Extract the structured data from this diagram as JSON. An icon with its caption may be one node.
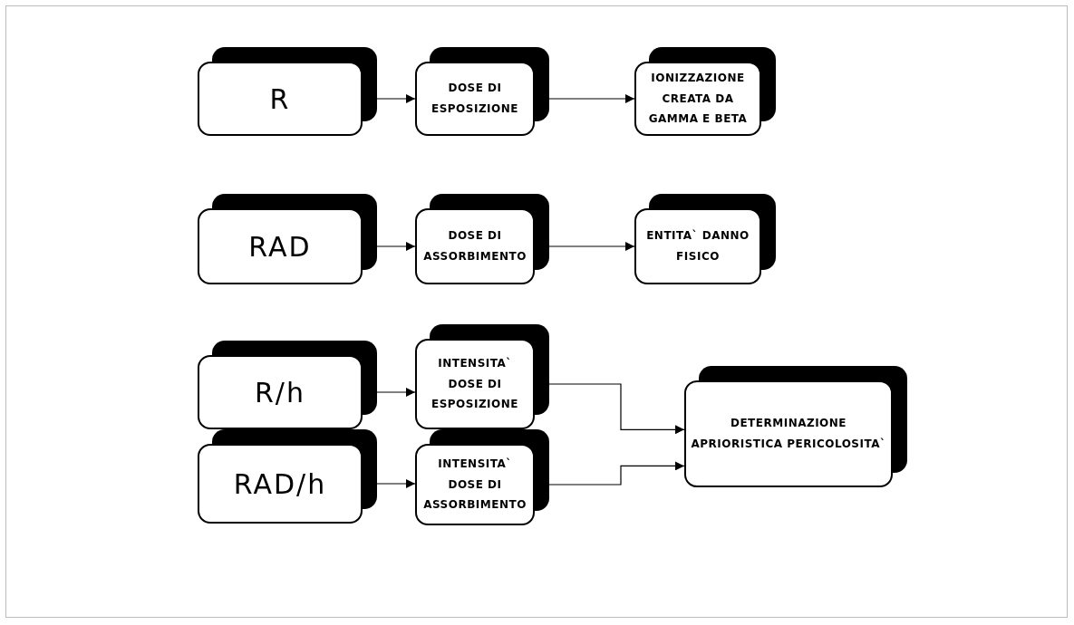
{
  "diagram": {
    "nodes": [
      {
        "text": [
          "R"
        ]
      },
      {
        "text": [
          "DOSE DI ESPOSIZIONE"
        ]
      },
      {
        "text": [
          "IONIZZAZIONE CREATA DA GAMMA E BETA"
        ]
      },
      {
        "text": [
          "RAD"
        ]
      },
      {
        "text": [
          "DOSE DI ASSORBIMENTO"
        ]
      },
      {
        "text": [
          "ENTITA` DANNO FISICO"
        ]
      },
      {
        "text": [
          "R/h"
        ]
      },
      {
        "text": [
          "INTENSITA` DOSE DI ESPOSIZIONE"
        ]
      },
      {
        "text": [
          "DETERMINAZIONE APRIORISTICA PERICOLOSITA`"
        ]
      },
      {
        "text": [
          "RAD/h"
        ]
      },
      {
        "text": [
          "INTENSITA` DOSE DI ASSORBIMENTO"
        ]
      }
    ],
    "edges": [
      {
        "from": 0,
        "to": 1,
        "arrow": "to"
      },
      {
        "from": 1,
        "to": 2,
        "arrow": "to"
      },
      {
        "from": 3,
        "to": 4,
        "arrow": "to"
      },
      {
        "from": 4,
        "to": 5,
        "arrow": "to"
      },
      {
        "from": 6,
        "to": 7,
        "arrow": "to"
      },
      {
        "from": 7,
        "to": 8,
        "arrow": "to"
      },
      {
        "from": 9,
        "to": 10,
        "arrow": "to"
      },
      {
        "from": 10,
        "to": 8,
        "arrow": "to"
      }
    ]
  }
}
